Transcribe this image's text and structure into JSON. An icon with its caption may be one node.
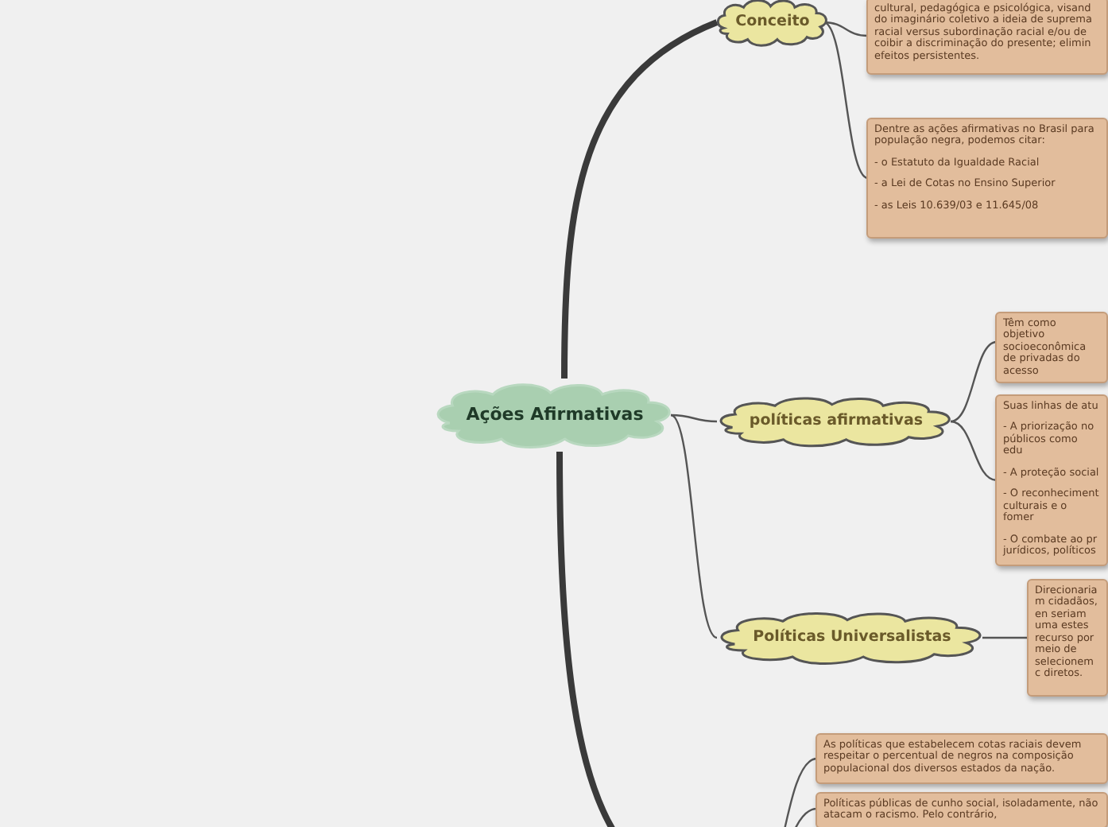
{
  "diagram": {
    "nodes": [
      {
        "text": [
          "Ações Afirmativas"
        ]
      },
      {
        "text": [
          "Conceito"
        ]
      },
      {
        "text": [
          "cultural, pedagógica e psicológica, visand do imaginário coletivo a ideia de suprema racial versus subordinação racial e/ou de coibir a discriminação do presente; elimin efeitos persistentes."
        ]
      },
      {
        "text": [
          "Dentre as ações afirmativas no Brasil para população negra, podemos citar:",
          "- o Estatuto da Igualdade Racial",
          "- a Lei de Cotas no Ensino Superior",
          "- as Leis 10.639/03 e 11.645/08"
        ]
      },
      {
        "text": [
          "políticas afirmativas"
        ]
      },
      {
        "text": [
          "Têm como objetivo socioeconômica de privadas do acesso"
        ]
      },
      {
        "text": [
          "Suas linhas de atu",
          "- A priorização no públicos como edu",
          "- A proteção social",
          "- O reconheciment culturais e o fomer",
          "- O combate ao pr jurídicos, políticos"
        ]
      },
      {
        "text": [
          "Políticas Universalistas"
        ]
      },
      {
        "text": [
          "Direcionariam cidadãos, en seriam uma estes recurso por meio de selecionem c diretos."
        ]
      },
      {
        "text": [
          "As políticas que estabelecem cotas raciais devem respeitar o percentual de negros na composição populacional dos diversos estados da nação."
        ]
      },
      {
        "text": [
          "Políticas públicas de cunho social, isoladamente, não atacam o racismo. Pelo contrário,"
        ]
      }
    ],
    "edges": [
      {
        "from": 0,
        "to": 1,
        "arrow": "none",
        "style": "thick"
      },
      {
        "from": 0,
        "to": 4,
        "arrow": "none"
      },
      {
        "from": 0,
        "to": 7,
        "arrow": "none"
      },
      {
        "from": 0,
        "to": null,
        "arrow": "none",
        "style": "thick"
      },
      {
        "from": 1,
        "to": 2,
        "arrow": "none"
      },
      {
        "from": 1,
        "to": 3,
        "arrow": "none"
      },
      {
        "from": 4,
        "to": 5,
        "arrow": "none"
      },
      {
        "from": 4,
        "to": 6,
        "arrow": "none"
      },
      {
        "from": 7,
        "to": 8,
        "arrow": "none"
      },
      {
        "from": null,
        "to": 9,
        "arrow": "none"
      },
      {
        "from": null,
        "to": 10,
        "arrow": "none"
      }
    ]
  }
}
